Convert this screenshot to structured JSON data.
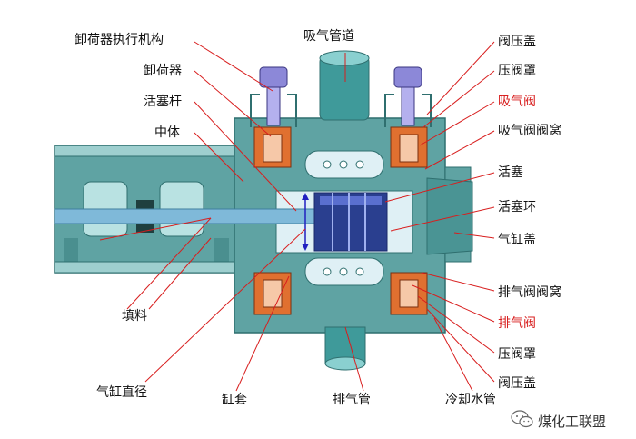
{
  "labels": {
    "unloader_actuator": "卸荷器执行机构",
    "unloader": "卸荷器",
    "piston_rod": "活塞杆",
    "middle_body": "中体",
    "packing": "填料",
    "cylinder_diameter": "气缸直径",
    "cylinder_liner": "缸套",
    "suction_pipe": "吸气管道",
    "discharge_pipe": "排气管",
    "valve_cover_top": "阀压盖",
    "valve_guard_top": "压阀罩",
    "suction_valve": "吸气阀",
    "suction_valve_seat": "吸气阀阀窝",
    "piston": "活塞",
    "piston_ring": "活塞环",
    "cylinder_head": "气缸盖",
    "discharge_valve_seat": "排气阀阀窝",
    "discharge_valve": "排气阀",
    "valve_guard_bottom": "压阀罩",
    "valve_cover_bottom": "阀压盖",
    "cooling_water_jacket": "冷却水管"
  },
  "watermark": {
    "text": "煤化工联盟",
    "icon": "wechat-icon"
  },
  "colors": {
    "body": "#5fa3a3",
    "body_dark": "#2f6f6f",
    "rod": "#7fb9d9",
    "piston": "#2a3f8f",
    "valve_orange": "#e07030",
    "valve_purple": "#8c88d8",
    "leader": "#d81e1e",
    "highlight_text": "#d81e1e"
  }
}
